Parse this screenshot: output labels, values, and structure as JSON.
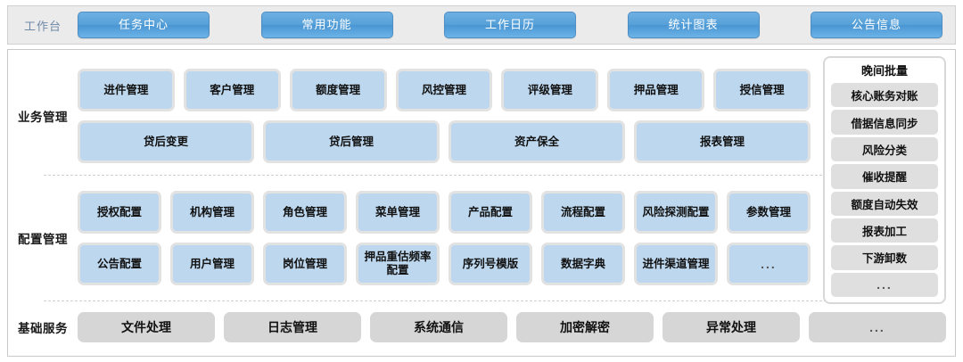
{
  "topbar": {
    "workbench_label": "工作台",
    "tabs": [
      {
        "label": "任务中心"
      },
      {
        "label": "常用功能"
      },
      {
        "label": "工作日历"
      },
      {
        "label": "统计图表"
      },
      {
        "label": "公告信息"
      }
    ]
  },
  "sections": [
    {
      "label": "业务管理",
      "rows": [
        {
          "tiles": [
            {
              "label": "进件管理"
            },
            {
              "label": "客户管理"
            },
            {
              "label": "额度管理"
            },
            {
              "label": "风控管理"
            },
            {
              "label": "评级管理"
            },
            {
              "label": "押品管理"
            },
            {
              "label": "授信管理"
            }
          ]
        },
        {
          "tiles": [
            {
              "label": "贷后变更"
            },
            {
              "label": "贷后管理"
            },
            {
              "label": "资产保全"
            },
            {
              "label": "报表管理"
            }
          ]
        }
      ]
    },
    {
      "label": "配置管理",
      "rows": [
        {
          "tiles": [
            {
              "label": "授权配置"
            },
            {
              "label": "机构管理"
            },
            {
              "label": "角色管理"
            },
            {
              "label": "菜单管理"
            },
            {
              "label": "产品配置"
            },
            {
              "label": "流程配置"
            },
            {
              "label": "风险探测配置"
            },
            {
              "label": "参数管理"
            }
          ]
        },
        {
          "tiles": [
            {
              "label": "公告配置"
            },
            {
              "label": "用户管理"
            },
            {
              "label": "岗位管理"
            },
            {
              "label": "押品重估频率配置"
            },
            {
              "label": "序列号模版"
            },
            {
              "label": "数据字典"
            },
            {
              "label": "进件渠道管理"
            },
            {
              "label": "..."
            }
          ]
        }
      ]
    },
    {
      "label": "基础服务",
      "rows": [
        {
          "tiles": [
            {
              "label": "文件处理"
            },
            {
              "label": "日志管理"
            },
            {
              "label": "系统通信"
            },
            {
              "label": "加密解密"
            },
            {
              "label": "异常处理"
            },
            {
              "label": "..."
            }
          ]
        }
      ]
    }
  ],
  "sidebar": {
    "title": "晚间批量",
    "items": [
      {
        "label": "核心账务对账"
      },
      {
        "label": "借据信息同步"
      },
      {
        "label": "风险分类"
      },
      {
        "label": "催收提醒"
      },
      {
        "label": "额度自动失效"
      },
      {
        "label": "报表加工"
      },
      {
        "label": "下游卸数"
      },
      {
        "label": "..."
      }
    ]
  },
  "colors": {
    "tab_blue": "#55a0d8",
    "tile_blue": "#bdd7ee",
    "tile_gray": "#d6d6d6",
    "panel_bg": "#ebebeb"
  }
}
